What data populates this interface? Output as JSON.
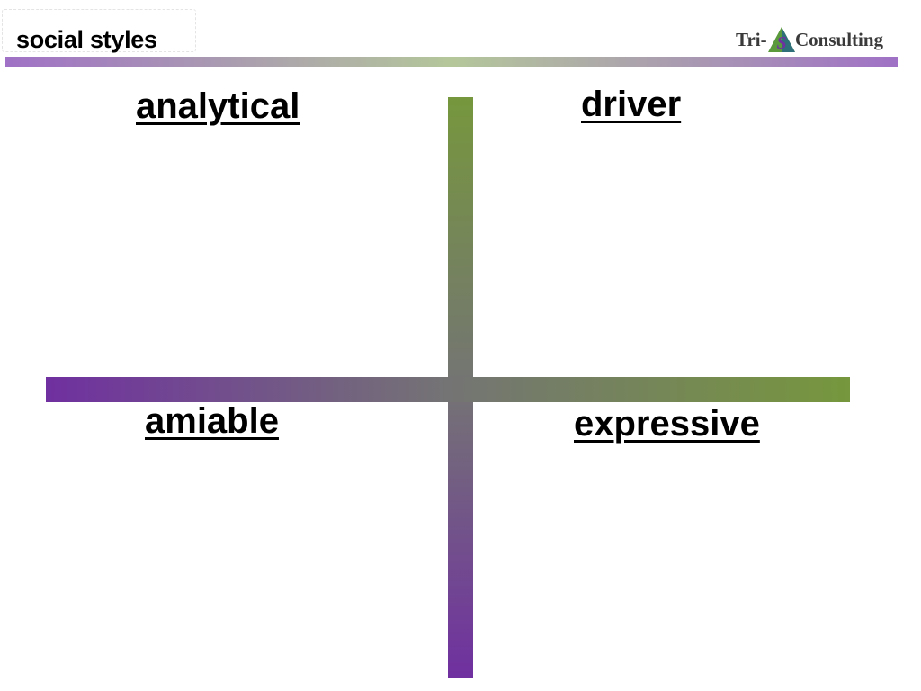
{
  "slide": {
    "title": "social styles"
  },
  "logo": {
    "left_text": "Tri-",
    "mark_letter": "S",
    "right_text": "Consulting",
    "icon": "triangle-s-logo-icon",
    "colors": {
      "triangle_green": "#5a9a3c",
      "triangle_teal": "#2f6f7a",
      "letter_purple": "#7030a0"
    }
  },
  "diagram": {
    "quadrants": {
      "top_left": "analytical",
      "top_right": "driver",
      "bottom_left": "amiable",
      "bottom_right": "expressive"
    },
    "colors": {
      "green": "#76973d",
      "gray": "#747474",
      "purple": "#7030a0",
      "header_rule_purple": "#a071c6",
      "header_rule_green": "#b4c79a"
    }
  }
}
